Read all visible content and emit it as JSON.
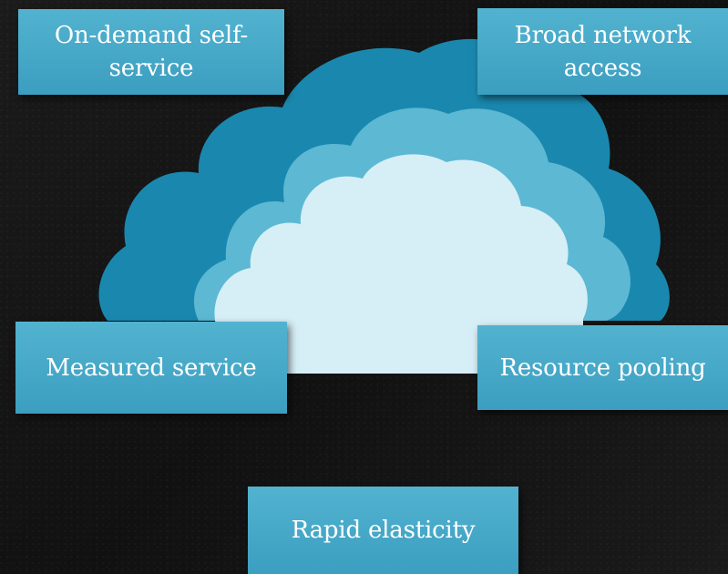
{
  "diagram": {
    "nodes": [
      {
        "id": "on_demand",
        "lines": [
          "On-demand self-",
          "service"
        ]
      },
      {
        "id": "broad_network",
        "lines": [
          "Broad network",
          "access"
        ]
      },
      {
        "id": "measured",
        "lines": [
          "Measured service"
        ]
      },
      {
        "id": "pooling",
        "lines": [
          "Resource pooling"
        ]
      },
      {
        "id": "rapid",
        "lines": [
          "Rapid elasticity"
        ]
      }
    ]
  },
  "colors": {
    "background": "#161616",
    "cloud_outer": "#1e8bb0",
    "cloud_middle": "#5ab8d4",
    "cloud_inner": "#d5edf5",
    "box_fill": "#4aacca",
    "text": "#ffffff"
  },
  "icons": {
    "cloud": "cloud-icon"
  }
}
